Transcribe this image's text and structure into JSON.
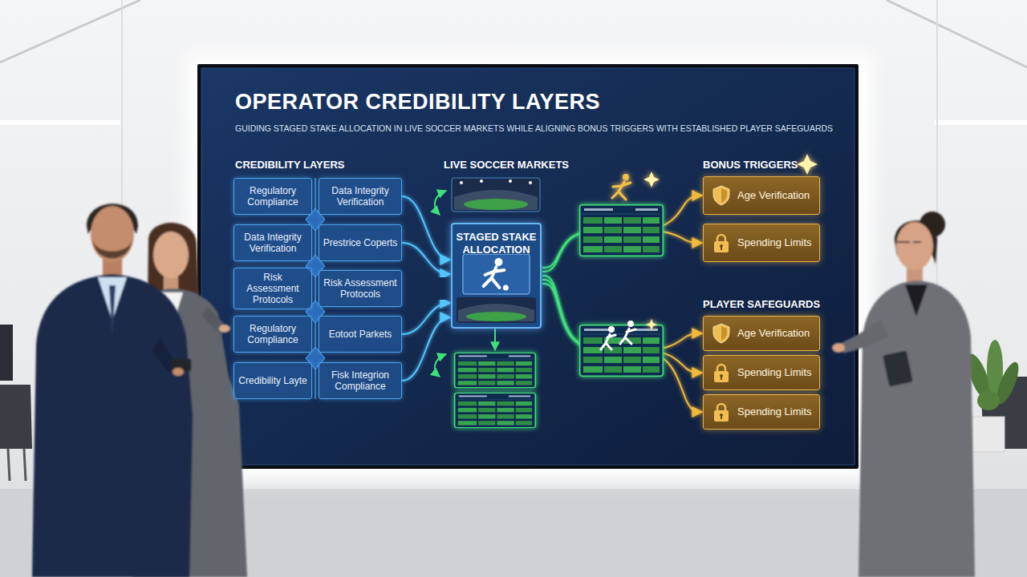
{
  "diagram": {
    "title": "OPERATOR CREDIBILITY LAYERS",
    "caption": "GUIDING STAGED STAKE ALLOCATION IN LIVE SOCCER MARKETS WHILE ALIGNING BONUS TRIGGERS WITH ESTABLISHED PLAYER SAFEGUARDS",
    "nodes": [
      {
        "text": [
          "Regulatory Compliance"
        ]
      },
      {
        "text": [
          "Data Integrity Verification"
        ]
      },
      {
        "text": [
          "Data Integrity Verification"
        ]
      },
      {
        "text": [
          "Prestrice Coperts"
        ]
      },
      {
        "text": [
          "Risk Assessment Protocols"
        ]
      },
      {
        "text": [
          "Risk Assessment Protocols"
        ]
      },
      {
        "text": [
          "Regulatory Compliance"
        ]
      },
      {
        "text": [
          "Eotoot Parkets"
        ]
      },
      {
        "text": [
          "Credibility Layte"
        ]
      },
      {
        "text": [
          "Fisk Integrion Compliance"
        ]
      },
      {
        "text": [
          "STAGED STAKE ALLOCATION"
        ]
      },
      {
        "text": [
          "Age Verification"
        ]
      },
      {
        "text": [
          "Spending Limits"
        ]
      },
      {
        "text": [
          "Age Verification"
        ]
      },
      {
        "text": [
          "Spending Limits"
        ]
      },
      {
        "text": [
          "Spending Limits"
        ]
      }
    ],
    "edges": [
      {
        "from": 1,
        "to": 10,
        "arrow": "to"
      },
      {
        "from": 3,
        "to": 10,
        "arrow": "to"
      },
      {
        "from": 5,
        "to": 10,
        "arrow": "to"
      },
      {
        "from": 7,
        "to": 10,
        "arrow": "to"
      },
      {
        "from": 9,
        "to": 10,
        "arrow": "to"
      },
      {
        "from": 10,
        "to": 11,
        "arrow": "to"
      },
      {
        "from": 10,
        "to": 12,
        "arrow": "to"
      },
      {
        "from": 10,
        "to": 13,
        "arrow": "to"
      },
      {
        "from": 10,
        "to": 14,
        "arrow": "to"
      },
      {
        "from": 10,
        "to": 15,
        "arrow": "to"
      }
    ],
    "labels": [
      "CREDIBILITY LAYERS",
      "LIVE SOCCER MARKETS",
      "BONUS TRIGGERS",
      "PLAYER SAFEGUARDS"
    ]
  }
}
